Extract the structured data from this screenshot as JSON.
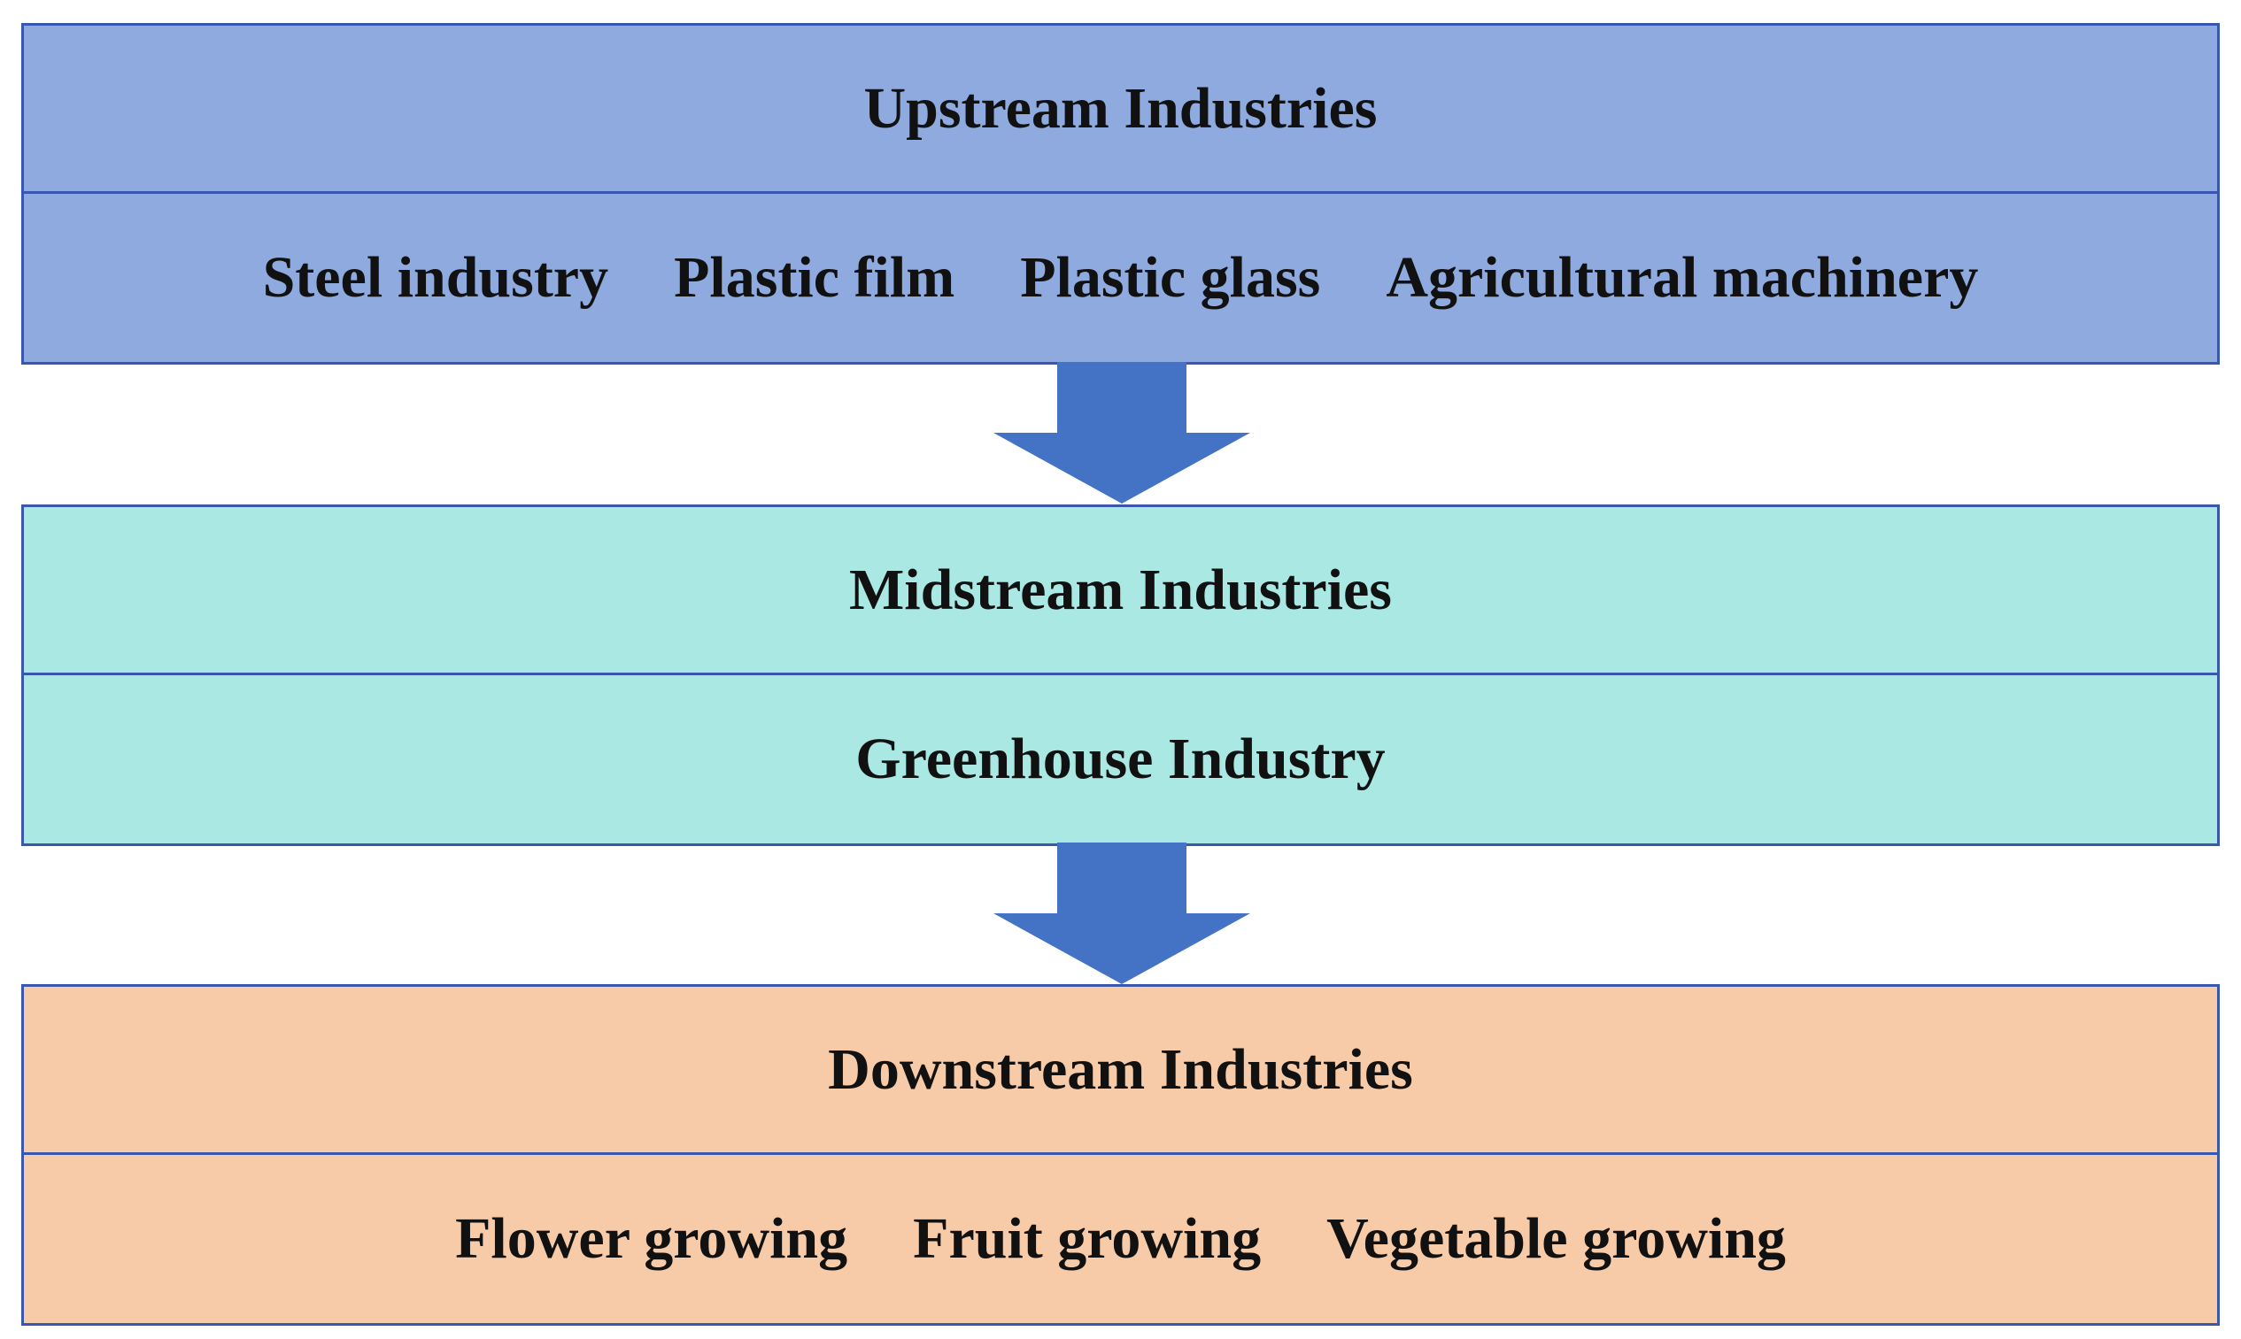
{
  "upstream": {
    "title": "Upstream Industries",
    "items": [
      "Steel industry",
      "Plastic film",
      "Plastic glass",
      "Agricultural machinery"
    ],
    "color": "#8eaade"
  },
  "midstream": {
    "title": "Midstream Industries",
    "items": [
      "Greenhouse Industry"
    ],
    "color": "#aae8e3"
  },
  "downstream": {
    "title": "Downstream Industries",
    "items": [
      "Flower growing",
      "Fruit growing",
      "Vegetable growing"
    ],
    "color": "#f7cba8"
  },
  "arrow_color": "#4472c4",
  "border_color": "#3a57b0"
}
